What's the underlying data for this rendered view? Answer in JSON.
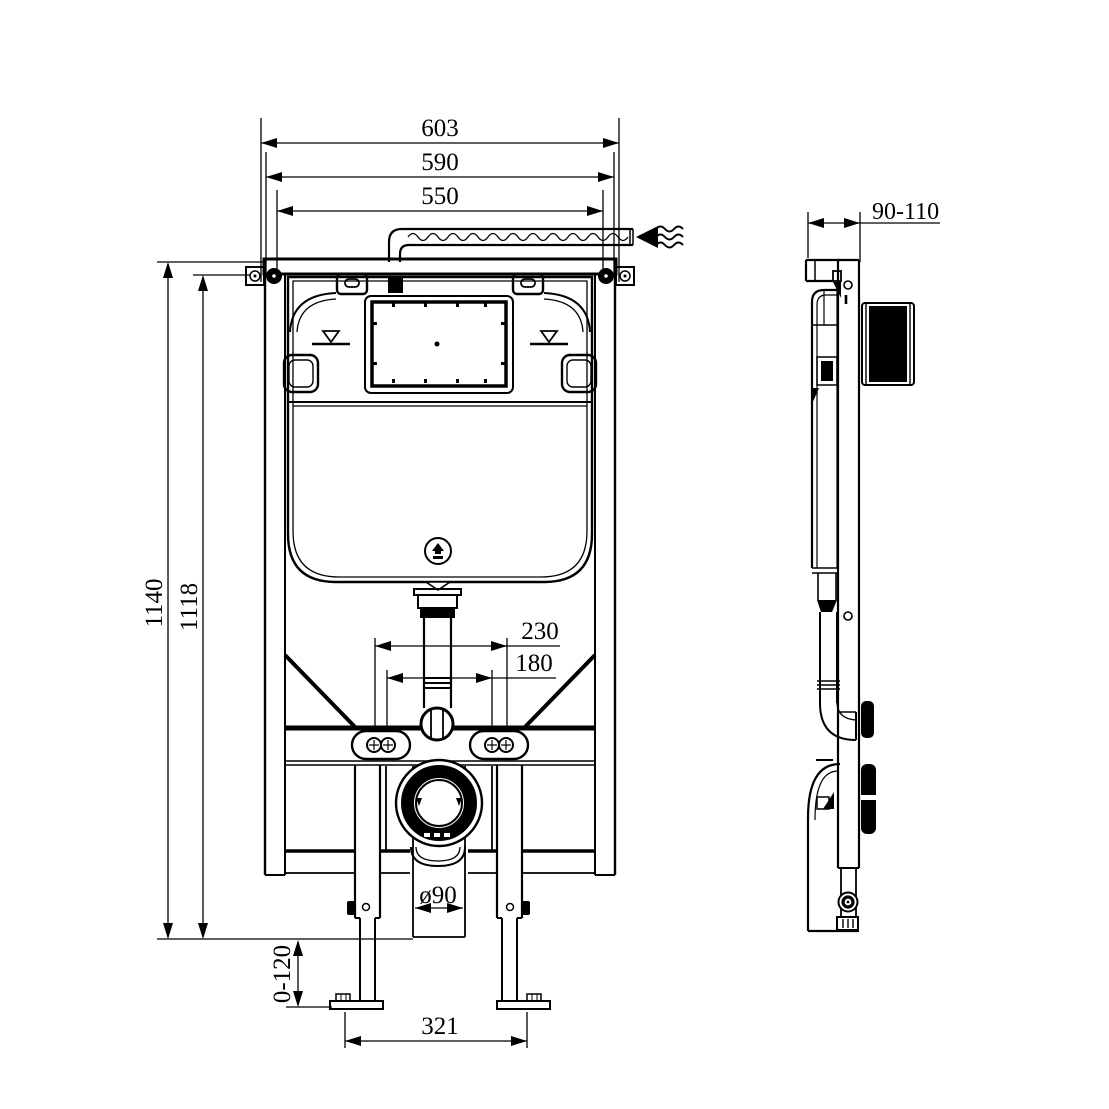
{
  "drawing": {
    "views": {
      "front_view": "frame front elevation",
      "side_view": "frame side elevation"
    },
    "colors": {
      "line": "#000000",
      "background": "#ffffff"
    },
    "dimensions": {
      "top_width_outer": "603",
      "top_width_frame": "590",
      "top_width_inner": "550",
      "height_overall": "1140",
      "height_frame": "1118",
      "offset_outer": "230",
      "offset_inner": "180",
      "outlet_diameter": "ø90",
      "leg_adjustment": "0-120",
      "foot_spacing": "321",
      "side_depth": "90-110"
    }
  }
}
